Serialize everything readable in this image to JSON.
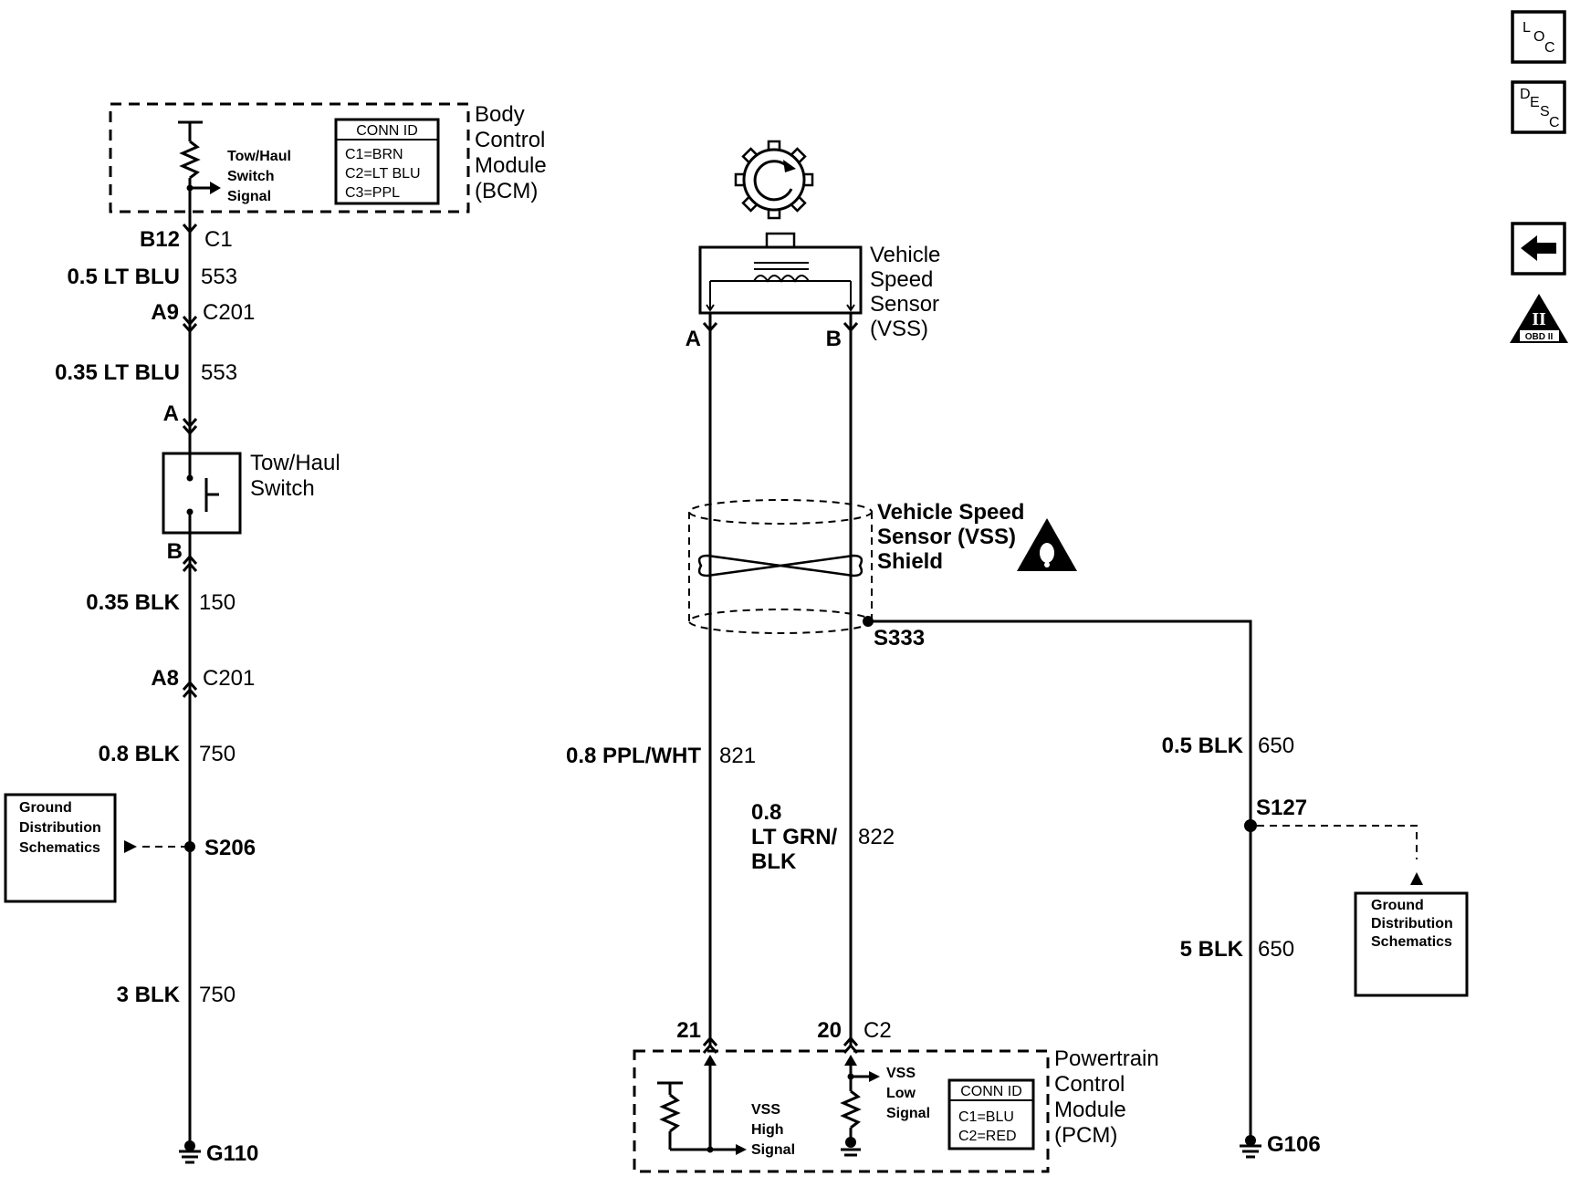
{
  "bcm": {
    "name_lines": [
      "Body",
      "Control",
      "Module",
      "(BCM)"
    ],
    "signal_lines": [
      "Tow/Haul",
      "Switch",
      "Signal"
    ],
    "conn_title": "CONN ID",
    "conn_lines": [
      "C1=BRN",
      "C2=LT BLU",
      "C3=PPL"
    ]
  },
  "left_circuit": {
    "b12": "B12",
    "c1": "C1",
    "w1_size": "0.5 LT BLU",
    "w1_num": "553",
    "a9": "A9",
    "c201_top": "C201",
    "w2_size": "0.35 LT BLU",
    "w2_num": "553",
    "pin_a": "A",
    "switch_lines": [
      "Tow/Haul",
      "Switch"
    ],
    "pin_b": "B",
    "w3_size": "0.35 BLK",
    "w3_num": "150",
    "a8": "A8",
    "c201_bot": "C201",
    "w4_size": "0.8 BLK",
    "w4_num": "750",
    "s206": "S206",
    "w5_size": "3 BLK",
    "w5_num": "750",
    "g110": "G110"
  },
  "gds_left": [
    "Ground",
    "Distribution",
    "Schematics"
  ],
  "vss": {
    "name_lines": [
      "Vehicle",
      "Speed",
      "Sensor",
      "(VSS)"
    ],
    "pin_a": "A",
    "pin_b": "B",
    "shield_lines": [
      "Vehicle Speed",
      "Sensor (VSS)",
      "Shield"
    ],
    "s333": "S333",
    "wa_size": "0.8 PPL/WHT",
    "wa_num": "821",
    "wb_lines": [
      "0.8",
      "LT GRN/",
      "BLK"
    ],
    "wb_num": "822"
  },
  "pcm": {
    "pin_21": "21",
    "pin_20": "20",
    "c2": "C2",
    "name_lines": [
      "Powertrain",
      "Control",
      "Module",
      "(PCM)"
    ],
    "high_lines": [
      "VSS",
      "High",
      "Signal"
    ],
    "low_lines": [
      "VSS",
      "Low",
      "Signal"
    ],
    "conn_title": "CONN ID",
    "conn_lines": [
      "C1=BLU",
      "C2=RED"
    ]
  },
  "right_circuit": {
    "w1_size": "0.5 BLK",
    "w1_num": "650",
    "s127": "S127",
    "w2_size": "5 BLK",
    "w2_num": "650",
    "g106": "G106"
  },
  "gds_right": [
    "Ground",
    "Distribution",
    "Schematics"
  ],
  "nav": {
    "loc": [
      "L",
      "O",
      "C"
    ],
    "desc": [
      "D",
      "E",
      "S",
      "C"
    ],
    "obd": "OBD II",
    "obd_num": "II"
  }
}
